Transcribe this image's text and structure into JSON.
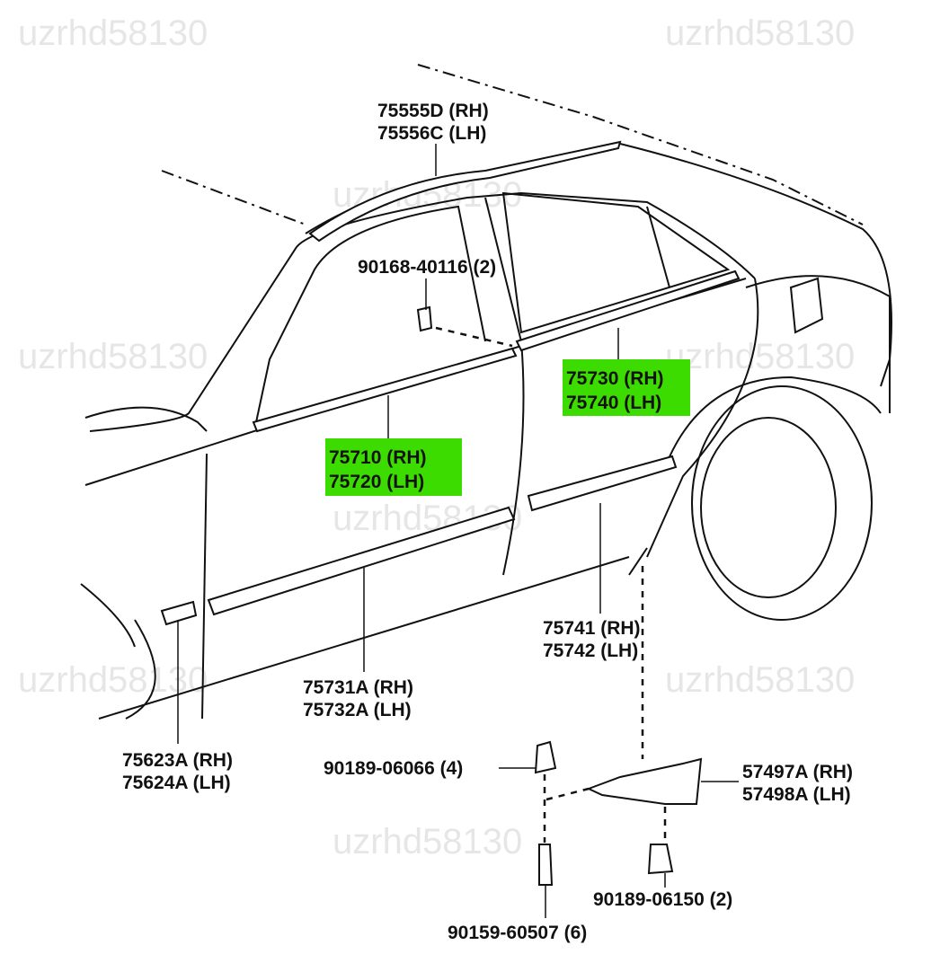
{
  "watermark": "uzrhd58130",
  "highlight_color": "#3ddc00",
  "labels": {
    "roof_molding": {
      "rh": "75555D (RH)",
      "lh": "75556C (LH)"
    },
    "clip_90168": "90168-40116 (2)",
    "rear_belt_molding": {
      "rh": "75730 (RH)",
      "lh": "75740 (LH)"
    },
    "front_belt_molding": {
      "rh": "75710 (RH)",
      "lh": "75720 (LH)"
    },
    "rear_door_molding": {
      "rh": "75741 (RH)",
      "lh": "75742 (LH)"
    },
    "front_door_molding": {
      "rh": "75731A (RH)",
      "lh": "75732A (LH)"
    },
    "fender_molding": {
      "rh": "75623A (RH)",
      "lh": "75624A (LH)"
    },
    "clip_90189_06066": "90189-06066 (4)",
    "mudguard": {
      "rh": "57497A (RH)",
      "lh": "57498A (LH)"
    },
    "clip_90189_06150": "90189-06150 (2)",
    "screw_90159": "90159-60507 (6)"
  }
}
